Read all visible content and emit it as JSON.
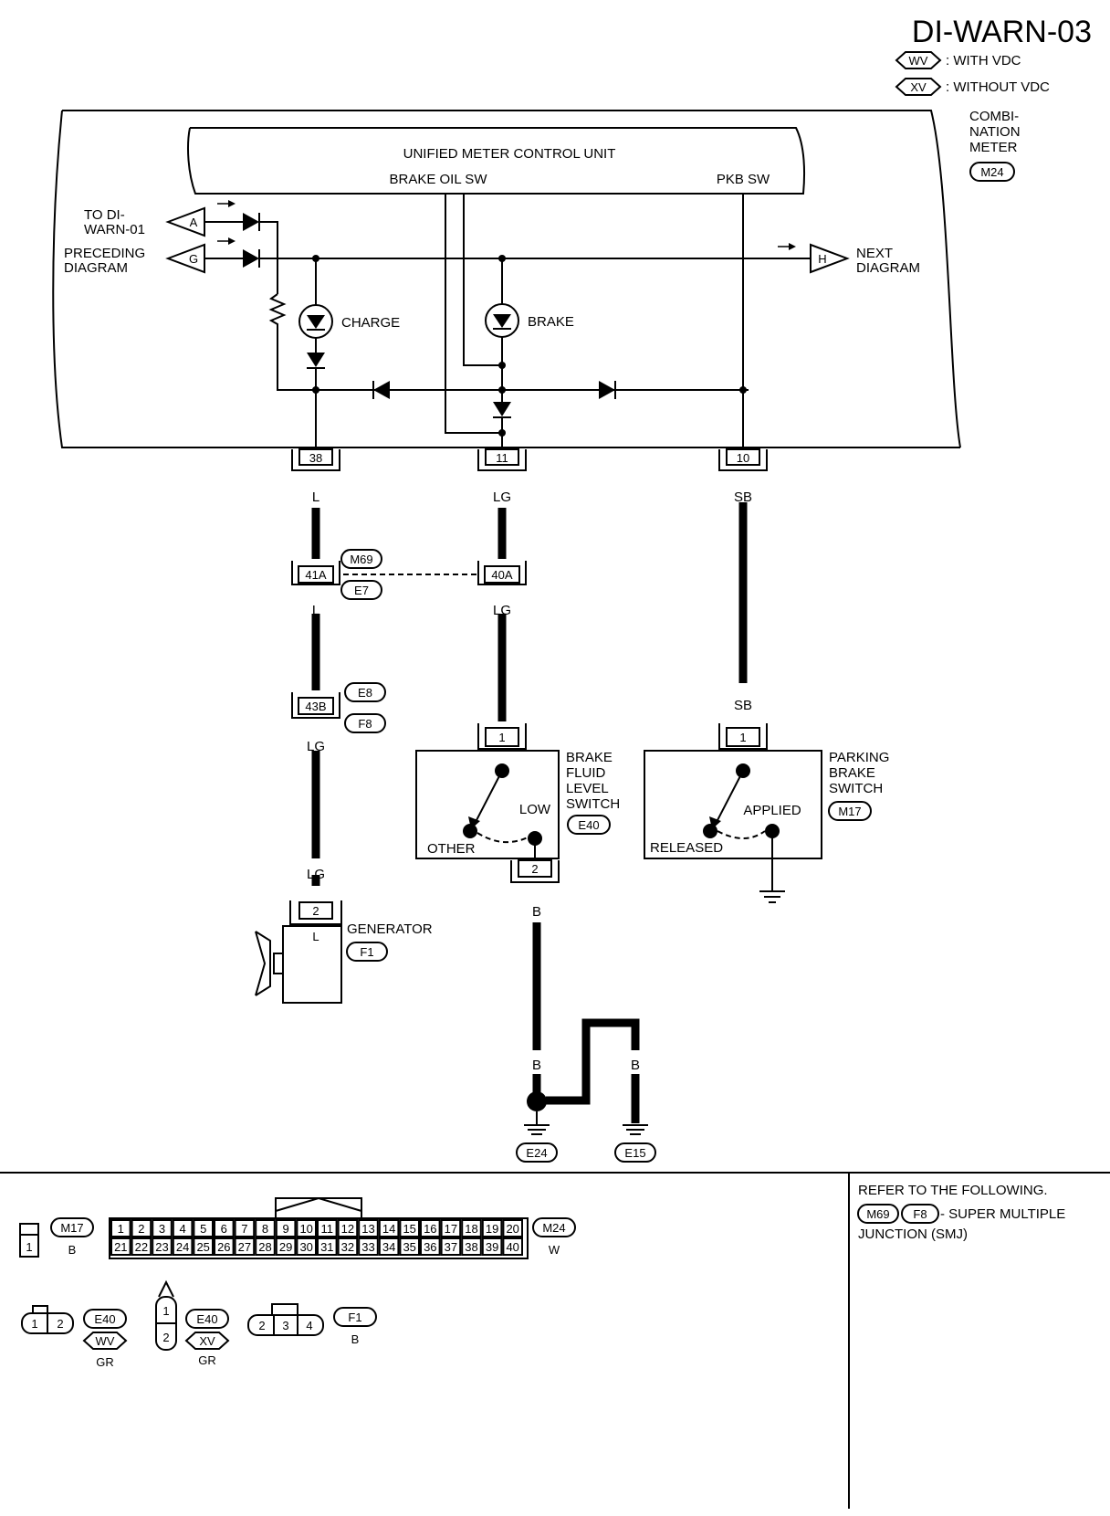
{
  "title": "DI-WARN-03",
  "legend": [
    {
      "tag": "WV",
      "text": ": WITH VDC"
    },
    {
      "tag": "XV",
      "text": ": WITHOUT VDC"
    }
  ],
  "meter": {
    "label": [
      "COMBI-",
      "NATION",
      "METER"
    ],
    "connector": "M24",
    "unit_label": "UNIFIED METER CONTROL UNIT",
    "brake_oil_sw": "BRAKE OIL SW",
    "pkb_sw": "PKB SW",
    "charge": "CHARGE",
    "brake": "BRAKE"
  },
  "refs": {
    "to_lines": [
      "TO DI-",
      "WARN-01",
      "PRECEDING",
      "DIAGRAM"
    ],
    "a": "A",
    "g": "G",
    "h": "H",
    "next_lines": [
      "NEXT",
      "DIAGRAM"
    ]
  },
  "terminals": {
    "t38": "38",
    "t11": "11",
    "t10": "10"
  },
  "wires": {
    "l1": "L",
    "l2": "L",
    "lg1": "LG",
    "lg2": "LG",
    "lg3": "LG",
    "lg4": "LG",
    "sb1": "SB",
    "sb2": "SB",
    "b1": "B",
    "b2": "B",
    "b3": "B",
    "b4": "B"
  },
  "connectors": {
    "c41a": "41A",
    "c40a": "40A",
    "c43b": "43B",
    "m69": "M69",
    "e7": "E7",
    "e8": "E8",
    "f8": "F8"
  },
  "brake_fluid": {
    "lines": [
      "BRAKE",
      "FLUID",
      "LEVEL",
      "SWITCH"
    ],
    "conn": "E40",
    "pin1": "1",
    "pin2": "2",
    "low": "LOW",
    "other": "OTHER"
  },
  "parking": {
    "lines": [
      "PARKING",
      "BRAKE",
      "SWITCH"
    ],
    "conn": "M17",
    "pin1": "1",
    "applied": "APPLIED",
    "released": "RELEASED"
  },
  "generator": {
    "label": "GENERATOR",
    "conn": "F1",
    "pin": "2",
    "pin_label": "L"
  },
  "grounds": {
    "g1": "E24",
    "g2": "E15"
  },
  "connector_views": {
    "m17": {
      "name": "M17",
      "color": "B",
      "pins": [
        "1"
      ]
    },
    "m24": {
      "name": "M24",
      "color": "W",
      "row1": [
        "1",
        "2",
        "3",
        "4",
        "5",
        "6",
        "7",
        "8",
        "9",
        "10",
        "11",
        "12",
        "13",
        "14",
        "15",
        "16",
        "17",
        "18",
        "19",
        "20"
      ],
      "row2": [
        "21",
        "22",
        "23",
        "24",
        "25",
        "26",
        "27",
        "28",
        "29",
        "30",
        "31",
        "32",
        "33",
        "34",
        "35",
        "36",
        "37",
        "38",
        "39",
        "40"
      ]
    },
    "e40_wv": {
      "name": "E40",
      "tag": "WV",
      "color": "GR",
      "pins": [
        "1",
        "2"
      ]
    },
    "e40_xv": {
      "name": "E40",
      "tag": "XV",
      "color": "GR",
      "pins": [
        "1",
        "2"
      ]
    },
    "f1": {
      "name": "F1",
      "color": "B",
      "pins": [
        "2",
        "3",
        "4"
      ]
    }
  },
  "refer": {
    "line1": "REFER TO THE FOLLOWING.",
    "c1": "M69",
    "c2": "F8",
    "line2": "- SUPER MULTIPLE",
    "line3": "JUNCTION (SMJ)"
  }
}
